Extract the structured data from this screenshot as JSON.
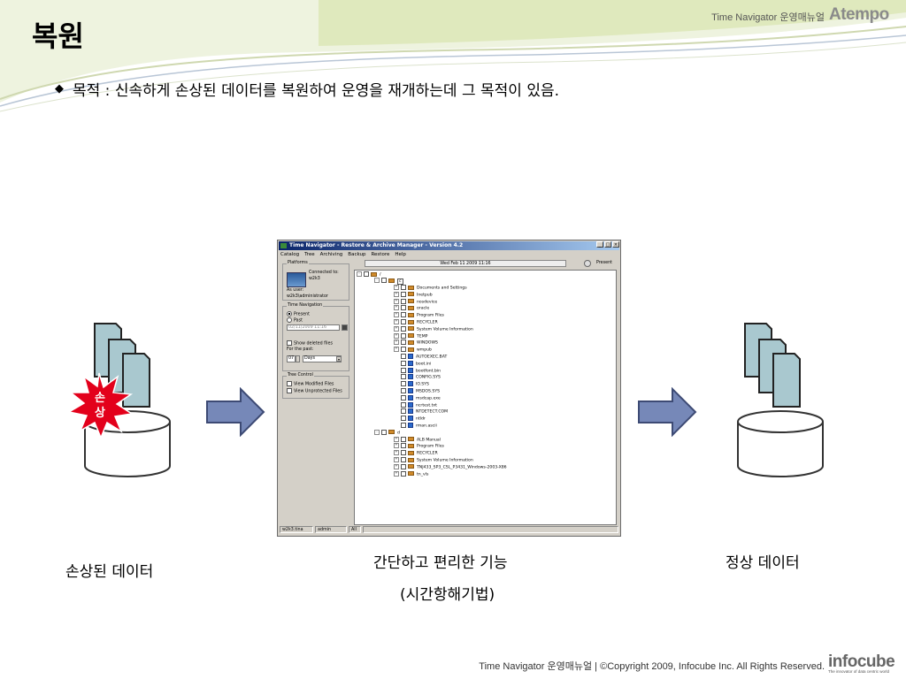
{
  "header": {
    "title": "복원",
    "product": "Time Navigator 운영매뉴얼",
    "logo": "Atempo"
  },
  "bullet": {
    "text": "목적 : 신속하게 손상된 데이터를 복원하여 운영을 재개하는데 그 목적이 있음."
  },
  "left_figure": {
    "burst_line1": "손",
    "burst_line2": "상",
    "caption": "손상된 데이터"
  },
  "center_figure": {
    "caption_line1": "간단하고 편리한 기능",
    "caption_line2": "(시간항해기법)"
  },
  "right_figure": {
    "caption": "정상 데이터"
  },
  "screenshot": {
    "title": "Time Navigator - Restore & Archive Manager - Version 4.2",
    "menu": [
      "Catalog",
      "Tree",
      "Archiving",
      "Backup",
      "Restore",
      "Help"
    ],
    "platforms_label": "Platforms",
    "connected_to": "Connected to:",
    "host": "w2k3",
    "as_user_label": "As user:",
    "user": "w2k3\\administrator",
    "time_nav_label": "Time Navigation",
    "present_option": "Present",
    "past_option": "Past",
    "past_value": "02/11/2009 11:16",
    "show_deleted": "Show deleted files",
    "for_the_past": "For the past:",
    "past_count": "07",
    "past_unit": "Days",
    "tree_control_label": "Tree Control",
    "view_modified": "View Modified Files",
    "view_unprotected": "View Unprotected Files",
    "date_display": "Wed Feb 11 2009 11:16",
    "present_label": "Present",
    "root": "/",
    "drive_c": "c",
    "drive_d": "d",
    "c_items": [
      {
        "name": "Documents and Settings",
        "kind": "folder"
      },
      {
        "name": "Inetpub",
        "kind": "folder"
      },
      {
        "name": "nosdevice",
        "kind": "folder"
      },
      {
        "name": "oracle",
        "kind": "folder"
      },
      {
        "name": "Program Files",
        "kind": "folder"
      },
      {
        "name": "RECYCLER",
        "kind": "folder"
      },
      {
        "name": "System Volume Information",
        "kind": "folder"
      },
      {
        "name": "TEMP",
        "kind": "folder"
      },
      {
        "name": "WINDOWS",
        "kind": "folder"
      },
      {
        "name": "wmpub",
        "kind": "folder"
      },
      {
        "name": "AUTOEXEC.BAT",
        "kind": "file"
      },
      {
        "name": "boot.ini",
        "kind": "file"
      },
      {
        "name": "bootfont.bin",
        "kind": "file"
      },
      {
        "name": "CONFIG.SYS",
        "kind": "file"
      },
      {
        "name": "IO.SYS",
        "kind": "file"
      },
      {
        "name": "MSDOS.SYS",
        "kind": "file"
      },
      {
        "name": "msdcap.exe",
        "kind": "file"
      },
      {
        "name": "ncrtest.txt",
        "kind": "file"
      },
      {
        "name": "NTDETECT.COM",
        "kind": "file"
      },
      {
        "name": "ntldr",
        "kind": "file"
      },
      {
        "name": "rman.ascii",
        "kind": "file"
      }
    ],
    "d_items": [
      {
        "name": "ALB Manual",
        "kind": "folder"
      },
      {
        "name": "Program Files",
        "kind": "folder"
      },
      {
        "name": "RECYCLER",
        "kind": "folder"
      },
      {
        "name": "System Volume Information",
        "kind": "folder"
      },
      {
        "name": "TNJ433_SP3_CSL_P3431_Windows-2003-X86",
        "kind": "folder"
      },
      {
        "name": "tn_vls",
        "kind": "folder"
      }
    ],
    "status_host": "w2k3.tina",
    "status_user": "admin",
    "status_filter": "All"
  },
  "footer": {
    "text": "Time Navigator 운영매뉴얼 | ©Copyright 2009, Infocube Inc. All Rights Reserved.",
    "logo": "infocube",
    "logo_tagline": "The innovator of data centric world"
  },
  "colors": {
    "doc_fill": "#a9c8cf",
    "arrow_fill": "#7688b8",
    "burst_fill": "#e3001b",
    "deco_green": "#d9e6b0"
  }
}
